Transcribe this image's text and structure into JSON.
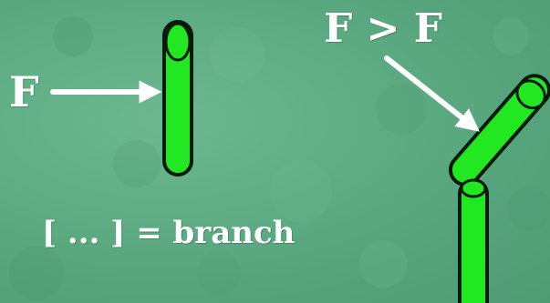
{
  "labels": {
    "force_left": "F",
    "force_compare": "F > F",
    "branch_note": "[ ... ] = branch"
  },
  "colors": {
    "background": "#5fae85",
    "stem_fill": "#22e822",
    "stem_outline": "#0a1a0a",
    "arrow": "#ffffff",
    "text": "#ffffff"
  }
}
